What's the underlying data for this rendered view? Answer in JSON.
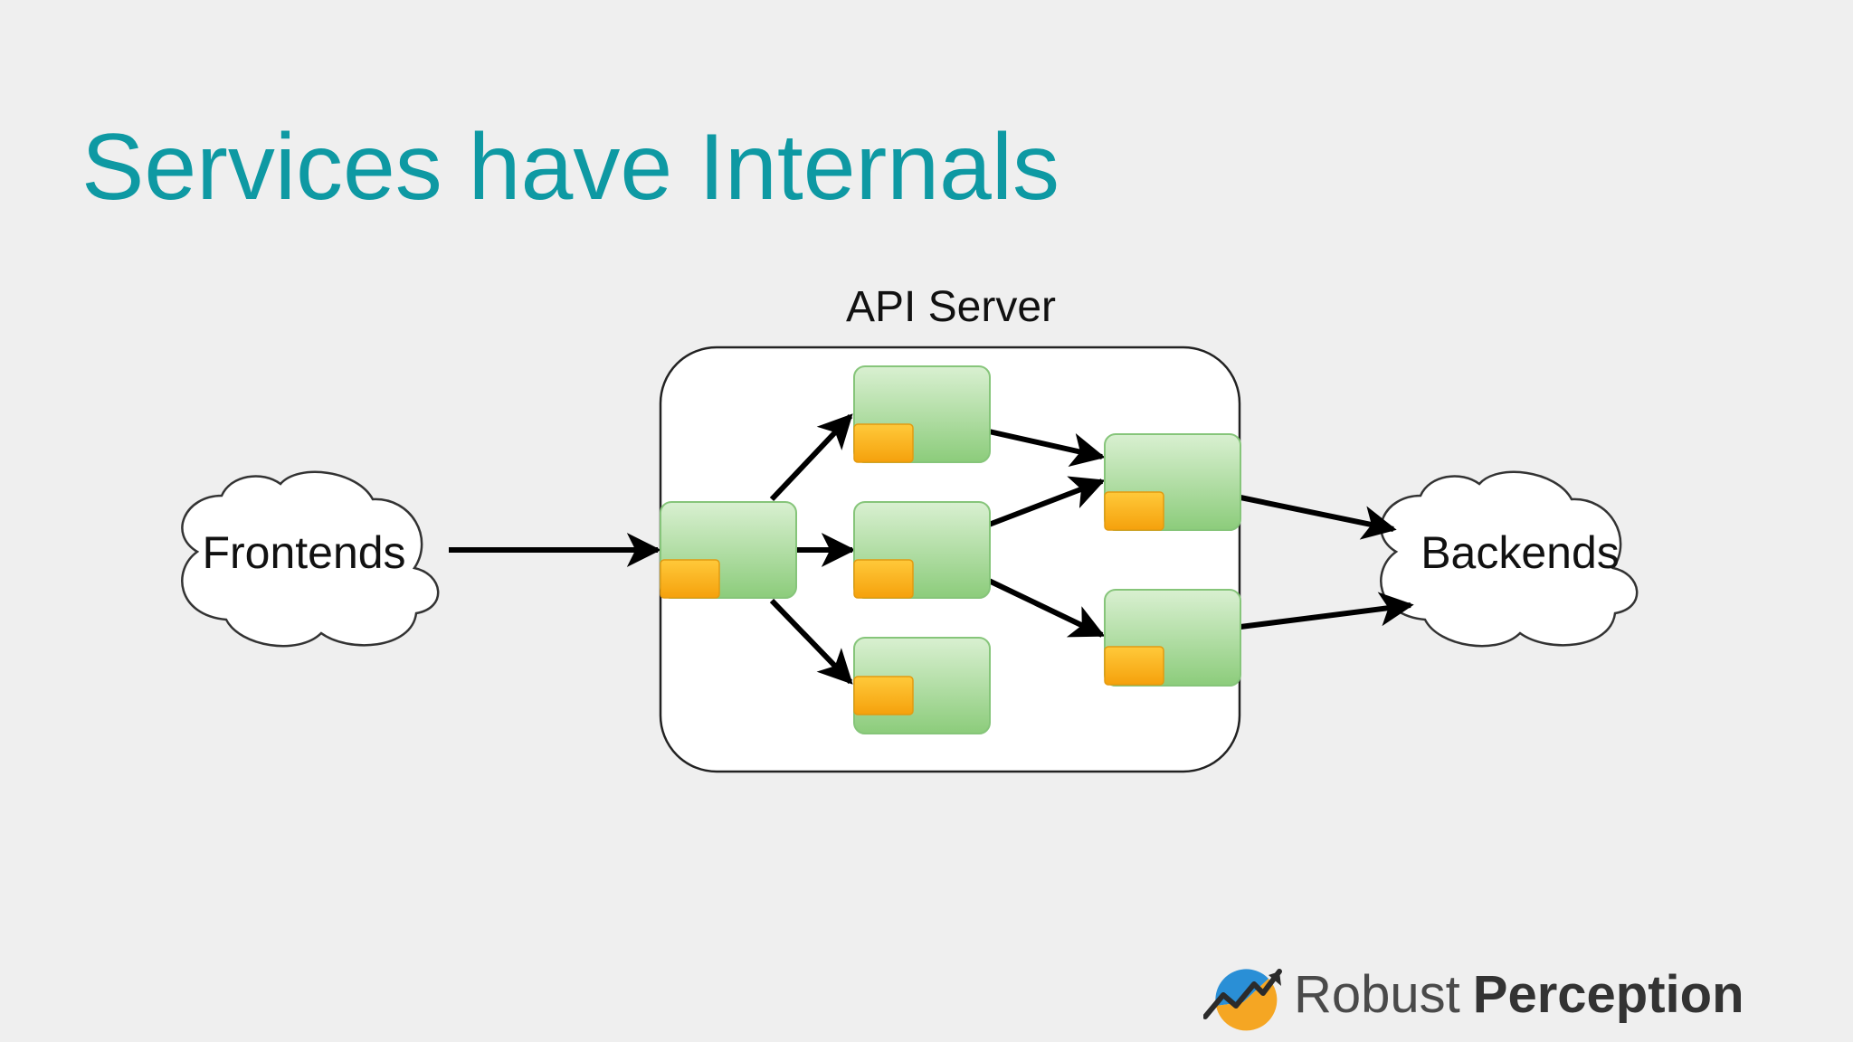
{
  "slide": {
    "title": "Services have Internals"
  },
  "diagram": {
    "container_label": "API Server",
    "frontends_label": "Frontends",
    "backends_label": "Backends",
    "colors": {
      "title": "#0e99a3",
      "component_green": "#9cd48e",
      "component_orange": "#f7b21f",
      "container_fill": "#ffffff",
      "arrow": "#000000"
    }
  },
  "branding": {
    "logo_icon": "robust-perception-logo-icon",
    "name_light": "Robust",
    "name_bold": "Perception"
  }
}
